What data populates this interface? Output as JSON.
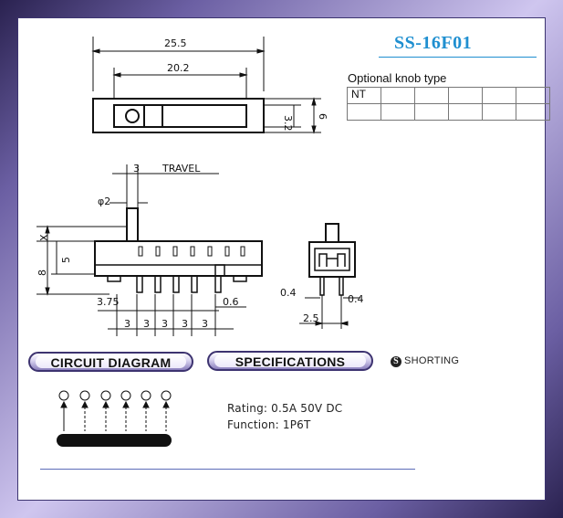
{
  "header": {
    "part_number": "SS-16F01"
  },
  "knob": {
    "label": "Optional knob type",
    "types": [
      "NT",
      "",
      "",
      "",
      "",
      ""
    ]
  },
  "dimensions": {
    "overall_length": "25.5",
    "body_length": "20.2",
    "body_height": "3.2",
    "body_width": "6",
    "travel_value": "3",
    "travel_label": "TRAVEL",
    "lever_diameter": "φ2",
    "lever_height": "X",
    "side_height": "8",
    "pin_height": "5",
    "first_pin_offset": "3.75",
    "pin_pitches": [
      "3",
      "3",
      "3",
      "3",
      "3"
    ],
    "pin_thickness": "0.6",
    "end_pin_thickness_left": "0.4",
    "end_pin_thickness_right": "0.4",
    "end_pin_pitch": "2.5"
  },
  "sections": {
    "circuit": "CIRCUIT DIAGRAM",
    "specifications": "SPECIFICATIONS",
    "shorting_icon": "S",
    "shorting": "SHORTING"
  },
  "specs": {
    "rating": "Rating: 0.5A 50V DC",
    "function": "Function: 1P6T"
  }
}
